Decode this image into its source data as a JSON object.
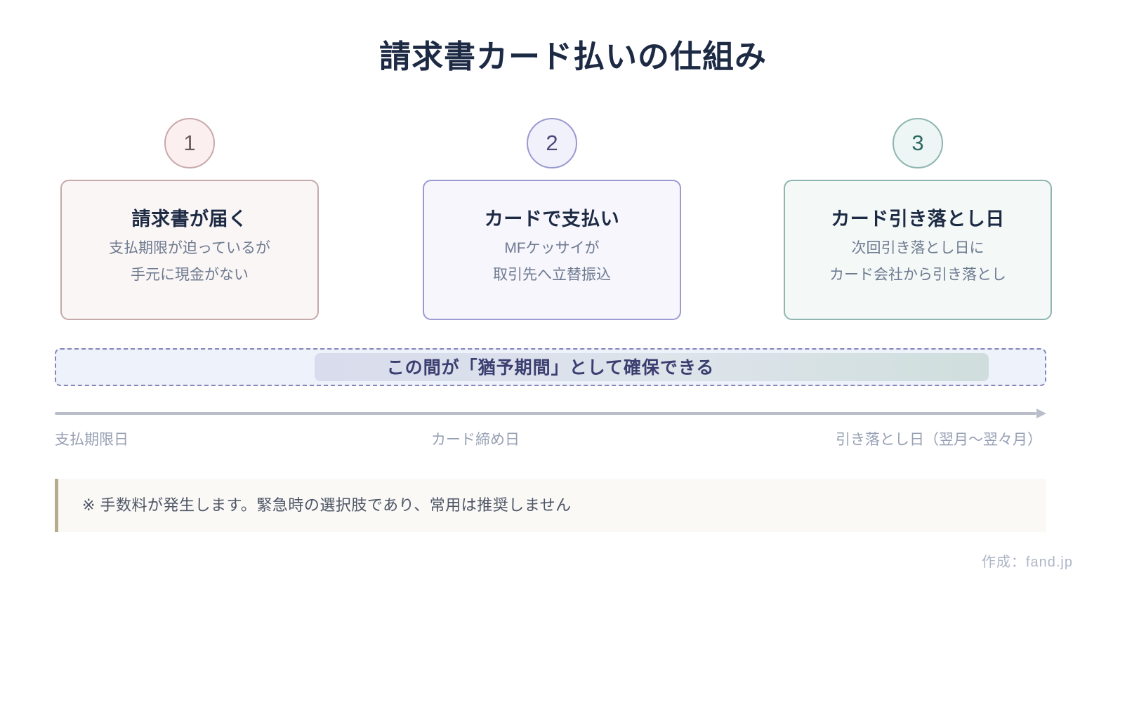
{
  "page": {
    "title": "請求書カード払いの仕組み",
    "background": "#ffffff",
    "title_color": "#1d2a44"
  },
  "steps": [
    {
      "number": "1",
      "title": "請求書が届く",
      "lines": [
        "支払期限が迫っているが",
        "手元に現金がない"
      ],
      "accent": "#c4a9ab",
      "fill": "#faf6f5"
    },
    {
      "number": "2",
      "title": "カードで支払い",
      "lines": [
        "MFケッサイが",
        "取引先へ立替振込"
      ],
      "accent": "#9b9bd2",
      "fill": "#f6f6fc"
    },
    {
      "number": "3",
      "title": "カード引き落とし日",
      "lines": [
        "次回引き落とし日に",
        "カード会社から引き落とし"
      ],
      "accent": "#8fb5b0",
      "fill": "#f4f8f7"
    }
  ],
  "banner": {
    "text": "この間が「猶予期間」として確保できる",
    "border_color": "#8585b8",
    "background": "#eef2fb",
    "text_color": "#3b3f70"
  },
  "timeline": {
    "labels": {
      "start": "支払期限日",
      "middle": "カード締め日",
      "end": "引き落とし日（翌月〜翌々月）"
    },
    "axis_color": "#b9bec9",
    "label_color": "#97a0b4"
  },
  "footnote": {
    "text": "※ 手数料が発生します。緊急時の選択肢であり、常用は推奨しません",
    "accent": "#b6ab8c",
    "background": "#faf9f6"
  },
  "credit": {
    "text": "作成：fand.jp",
    "color": "#aeb6c6"
  }
}
